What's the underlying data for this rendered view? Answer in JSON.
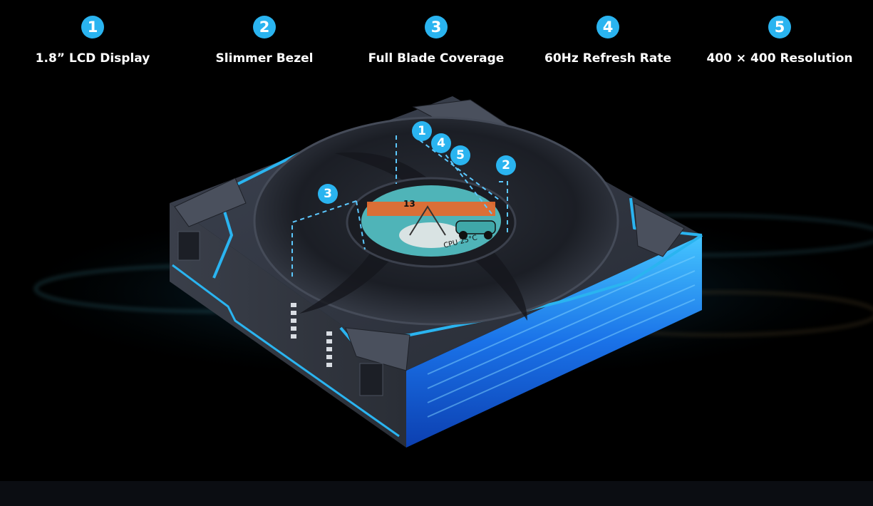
{
  "features": [
    {
      "number": "1",
      "label": "1.8” LCD Display"
    },
    {
      "number": "2",
      "label": "Slimmer Bezel"
    },
    {
      "number": "3",
      "label": "Full Blade Coverage"
    },
    {
      "number": "4",
      "label": "60Hz Refresh Rate"
    },
    {
      "number": "5",
      "label": "400 × 400 Resolution"
    }
  ],
  "callouts": [
    "1",
    "4",
    "5",
    "2",
    "3"
  ],
  "lcd_screen": {
    "number": "13",
    "readout": "CPU 25°C"
  },
  "colors": {
    "accent": "#2ab4f0",
    "glow": "#1fa9ff",
    "background": "#000000"
  }
}
